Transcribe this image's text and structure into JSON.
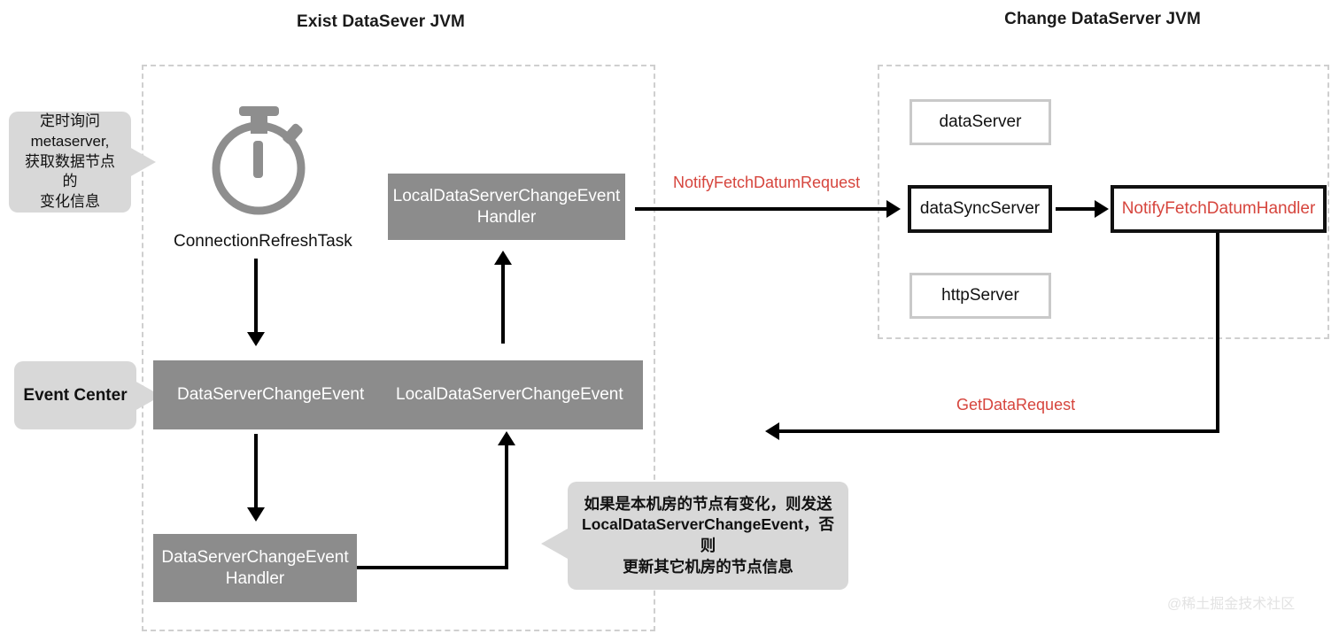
{
  "panels": {
    "left": {
      "title": "Exist DataSever JVM"
    },
    "right": {
      "title": "Change DataServer JVM"
    }
  },
  "left_panel": {
    "callout_timer": "定时询问\nmetaserver,\n获取数据节点的\n变化信息",
    "timer_icon": "stopwatch-icon",
    "timer_label": "ConnectionRefreshTask",
    "local_handler": "LocalDataServerChangeEvent\nHandler",
    "event_center_callout": "Event Center",
    "event_bar": {
      "left_event": "DataServerChangeEvent",
      "right_event": "LocalDataServerChangeEvent"
    },
    "ds_handler": "DataServerChangeEvent\nHandler",
    "callout_note": "如果是本机房的节点有变化，则发送\nLocalDataServerChangeEvent，否则\n更新其它机房的节点信息"
  },
  "right_panel": {
    "data_server": "dataServer",
    "data_sync_server": "dataSyncServer",
    "http_server": "httpServer",
    "notify_handler": "NotifyFetchDatumHandler"
  },
  "edges": {
    "notify_request": "NotifyFetchDatumRequest",
    "get_data_request": "GetDataRequest"
  },
  "watermark": "@稀土掘金技术社区",
  "colors": {
    "accent_red": "#d6453d",
    "gray_fill": "#8c8c8c",
    "callout_gray": "#d8d8d8",
    "dashed_border": "#cfcfcf",
    "light_border": "#c9c9c9"
  }
}
